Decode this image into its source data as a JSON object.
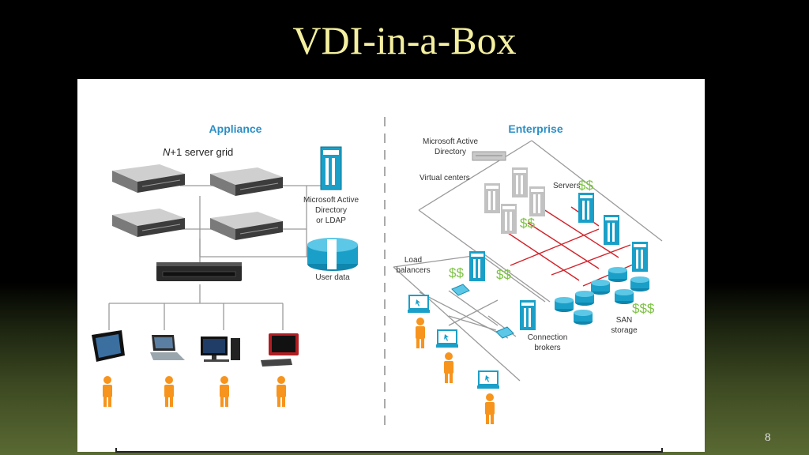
{
  "slide": {
    "title": "VDI-in-a-Box",
    "number": "8"
  },
  "appliance": {
    "heading": "Appliance",
    "grid_label_pre": "N",
    "grid_label_post": "+1 server grid",
    "ad_label": [
      "Microsoft Active",
      "Directory",
      "or LDAP"
    ],
    "userdata_label": "User data"
  },
  "enterprise": {
    "heading": "Enterprise",
    "ad_label": [
      "Microsoft Active",
      "Directory"
    ],
    "virtual_centers": "Virtual centers",
    "servers": "Servers",
    "load_balancers": [
      "Load",
      "balancers"
    ],
    "connection_brokers": [
      "Connection",
      "brokers"
    ],
    "san_storage": [
      "SAN",
      "storage"
    ],
    "cost_servers": "$$",
    "cost_vcenters": "$$",
    "cost_lb_left": "$$",
    "cost_lb_right": "$$",
    "cost_san": "$$$"
  },
  "colors": {
    "accent": "#2b8fc6",
    "device": "#1aa0c8",
    "person": "#f7941d",
    "money": "#7cc242",
    "link": "#d2232a"
  }
}
